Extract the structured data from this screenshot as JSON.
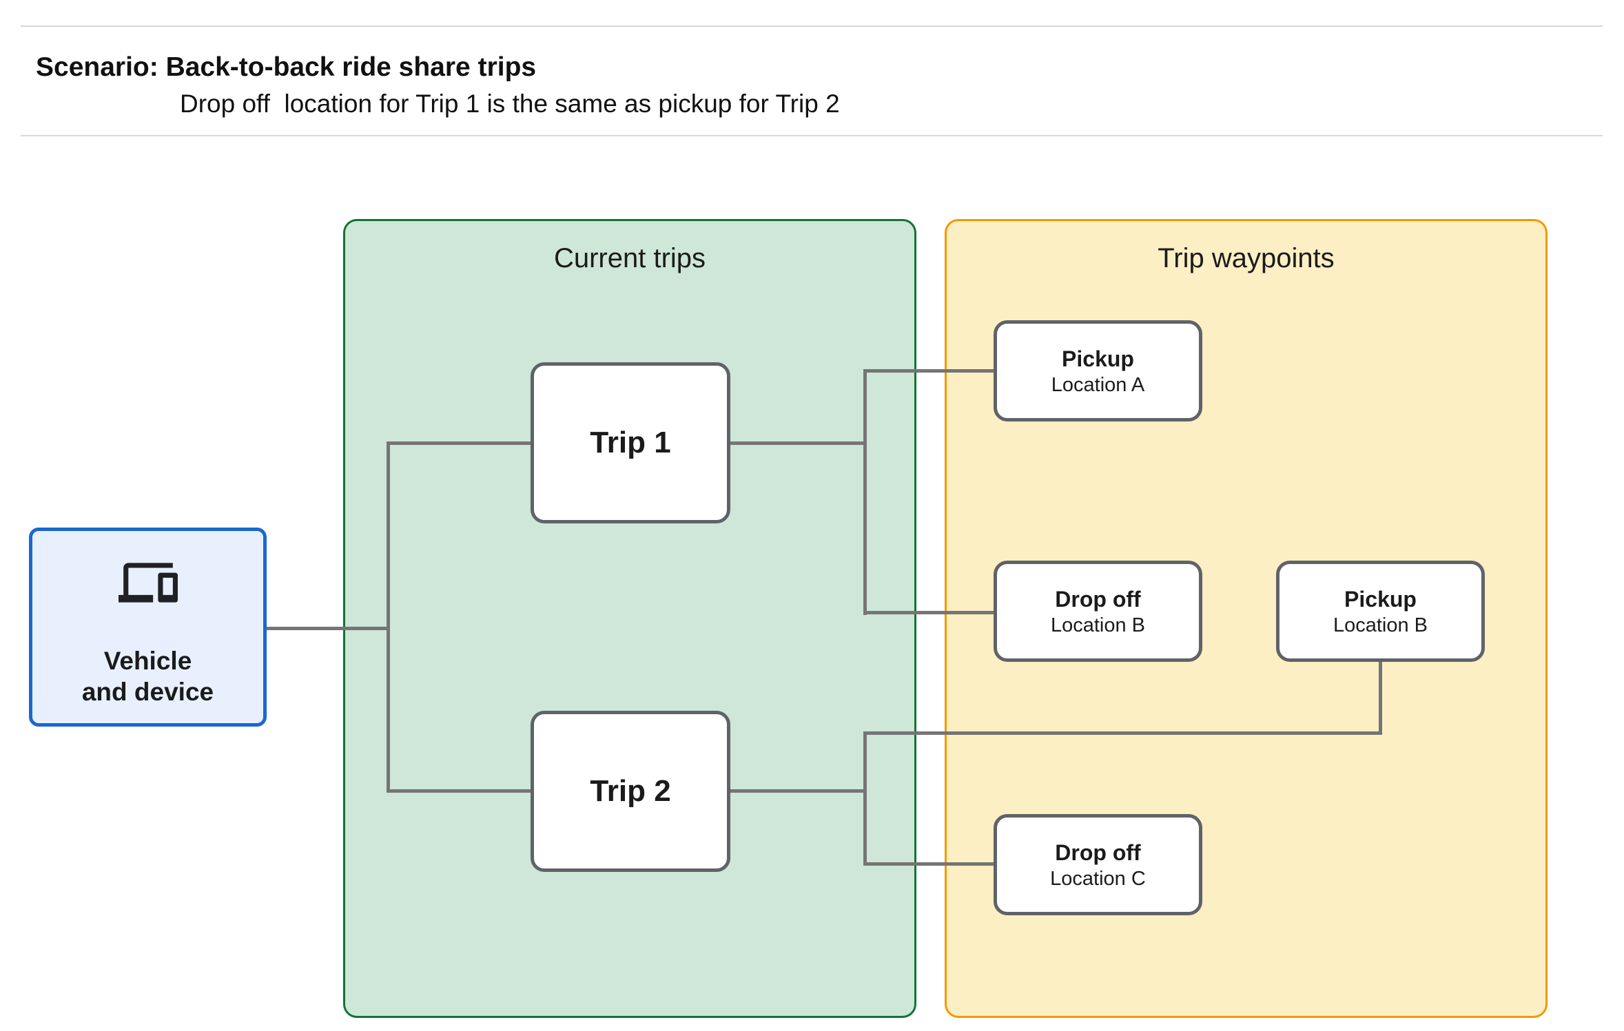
{
  "header": {
    "title": "Scenario: Back-to-back ride share trips",
    "subtitle": "Drop off  location for Trip 1 is the same as pickup for Trip 2"
  },
  "vehicle_box": {
    "icon": "devices-icon",
    "label_line1": "Vehicle",
    "label_line2": "and device",
    "fill": "#e8f0fe",
    "border": "#1967d2"
  },
  "groups": {
    "current_trips": {
      "label": "Current trips",
      "fill": "#cee7d8",
      "border": "#137333"
    },
    "trip_waypoints": {
      "label": "Trip waypoints",
      "fill": "#fcefc3",
      "border": "#f29900"
    }
  },
  "trips": [
    {
      "label": "Trip 1"
    },
    {
      "label": "Trip 2"
    }
  ],
  "waypoints": [
    {
      "title": "Pickup",
      "subtitle": "Location A"
    },
    {
      "title": "Drop off",
      "subtitle": "Location B"
    },
    {
      "title": "Pickup",
      "subtitle": "Location B"
    },
    {
      "title": "Drop off",
      "subtitle": "Location C"
    }
  ],
  "colors": {
    "connector_line": "#757575",
    "node_border": "#5f6368",
    "text": "#202124"
  }
}
